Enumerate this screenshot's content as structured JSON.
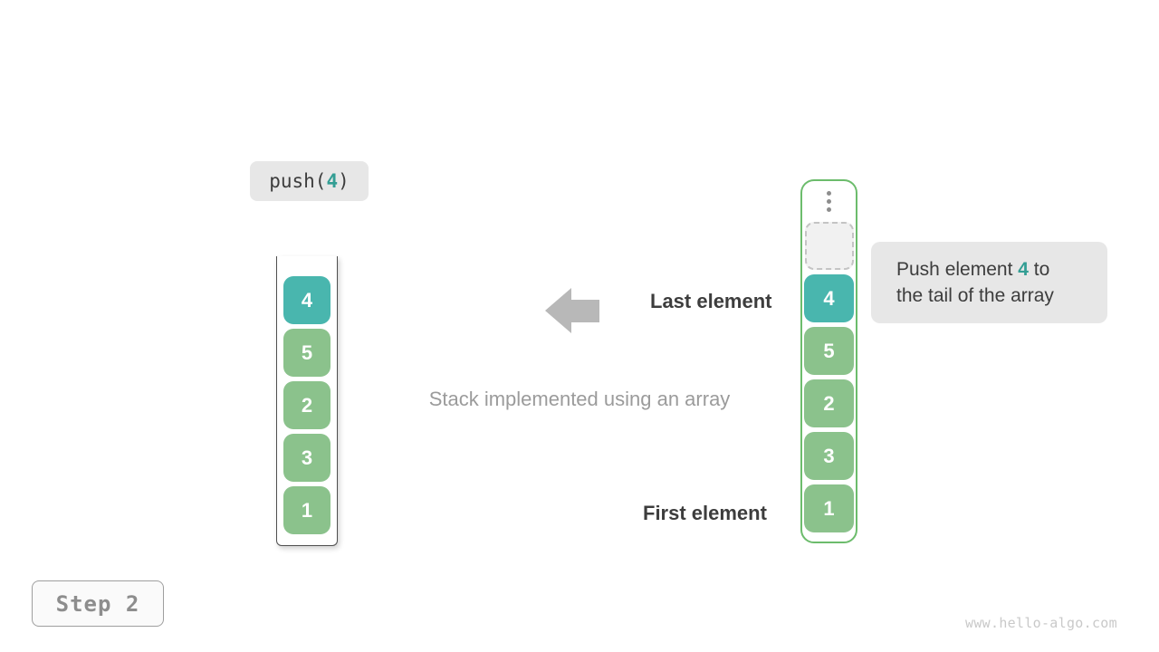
{
  "colors": {
    "teal": "#49b6ae",
    "green": "#8bc28c",
    "green_border": "#6cbc6c",
    "accent": "#339e94",
    "ink": "#3d3d3d",
    "muted": "#9b9b9b",
    "frame": "#4f4f4f",
    "dot": "#8d8d8d",
    "chip_bg": "#e7e7e7",
    "arrow": "#b8b8b8"
  },
  "push_label": {
    "prefix": "push(",
    "arg": "4",
    "suffix": ")"
  },
  "stacks": {
    "left": [
      {
        "value": "4",
        "highlight": true
      },
      {
        "value": "5",
        "highlight": false
      },
      {
        "value": "2",
        "highlight": false
      },
      {
        "value": "3",
        "highlight": false
      },
      {
        "value": "1",
        "highlight": false
      }
    ],
    "right": [
      {
        "value": "4",
        "highlight": true
      },
      {
        "value": "5",
        "highlight": false
      },
      {
        "value": "2",
        "highlight": false
      },
      {
        "value": "3",
        "highlight": false
      },
      {
        "value": "1",
        "highlight": false
      }
    ]
  },
  "labels": {
    "last_element": "Last element",
    "first_element": "First element",
    "caption": "Stack implemented using an array"
  },
  "tooltip": {
    "line1_pre": "Push element ",
    "line1_num": "4",
    "line1_post": " to",
    "line2": "the tail of the array"
  },
  "step_badge": "Step 2",
  "watermark": "www.hello-algo.com"
}
